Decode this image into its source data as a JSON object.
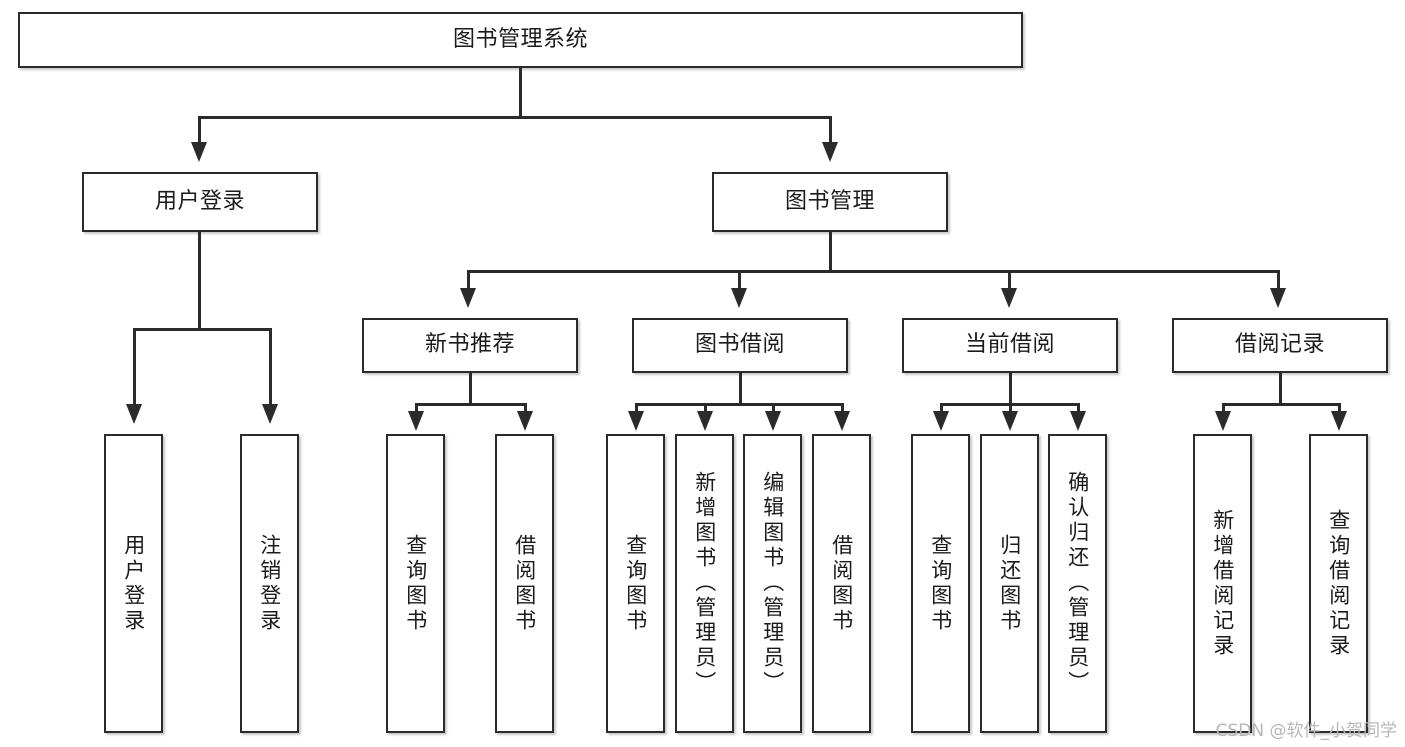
{
  "diagram": {
    "type": "tree-hierarchy-chart",
    "title": "图书管理系统",
    "watermark": "CSDN @软件_小贺同学",
    "colors": {
      "border": "#2b2b2b",
      "fill": "#ffffff",
      "text": "#1b1b1b",
      "connector": "#2b2b2b",
      "watermark": "#b7b7b7"
    },
    "root": {
      "label": "图书管理系统"
    },
    "level2": [
      {
        "label": "用户登录"
      },
      {
        "label": "图书管理"
      }
    ],
    "level3": [
      {
        "label": "新书推荐"
      },
      {
        "label": "图书借阅"
      },
      {
        "label": "当前借阅"
      },
      {
        "label": "借阅记录"
      }
    ],
    "leaves": {
      "user_login": [
        {
          "label": "用户登录"
        },
        {
          "label": "注销登录"
        }
      ],
      "new_book_recommend": [
        {
          "label": "查询图书"
        },
        {
          "label": "借阅图书"
        }
      ],
      "book_borrow": [
        {
          "label": "查询图书"
        },
        {
          "label": "新增图书（管理员）"
        },
        {
          "label": "编辑图书（管理员）"
        },
        {
          "label": "借阅图书"
        }
      ],
      "current_borrow": [
        {
          "label": "查询图书"
        },
        {
          "label": "归还图书"
        },
        {
          "label": "确认归还（管理员）"
        }
      ],
      "borrow_record": [
        {
          "label": "新增借阅记录"
        },
        {
          "label": "查询借阅记录"
        }
      ]
    }
  }
}
